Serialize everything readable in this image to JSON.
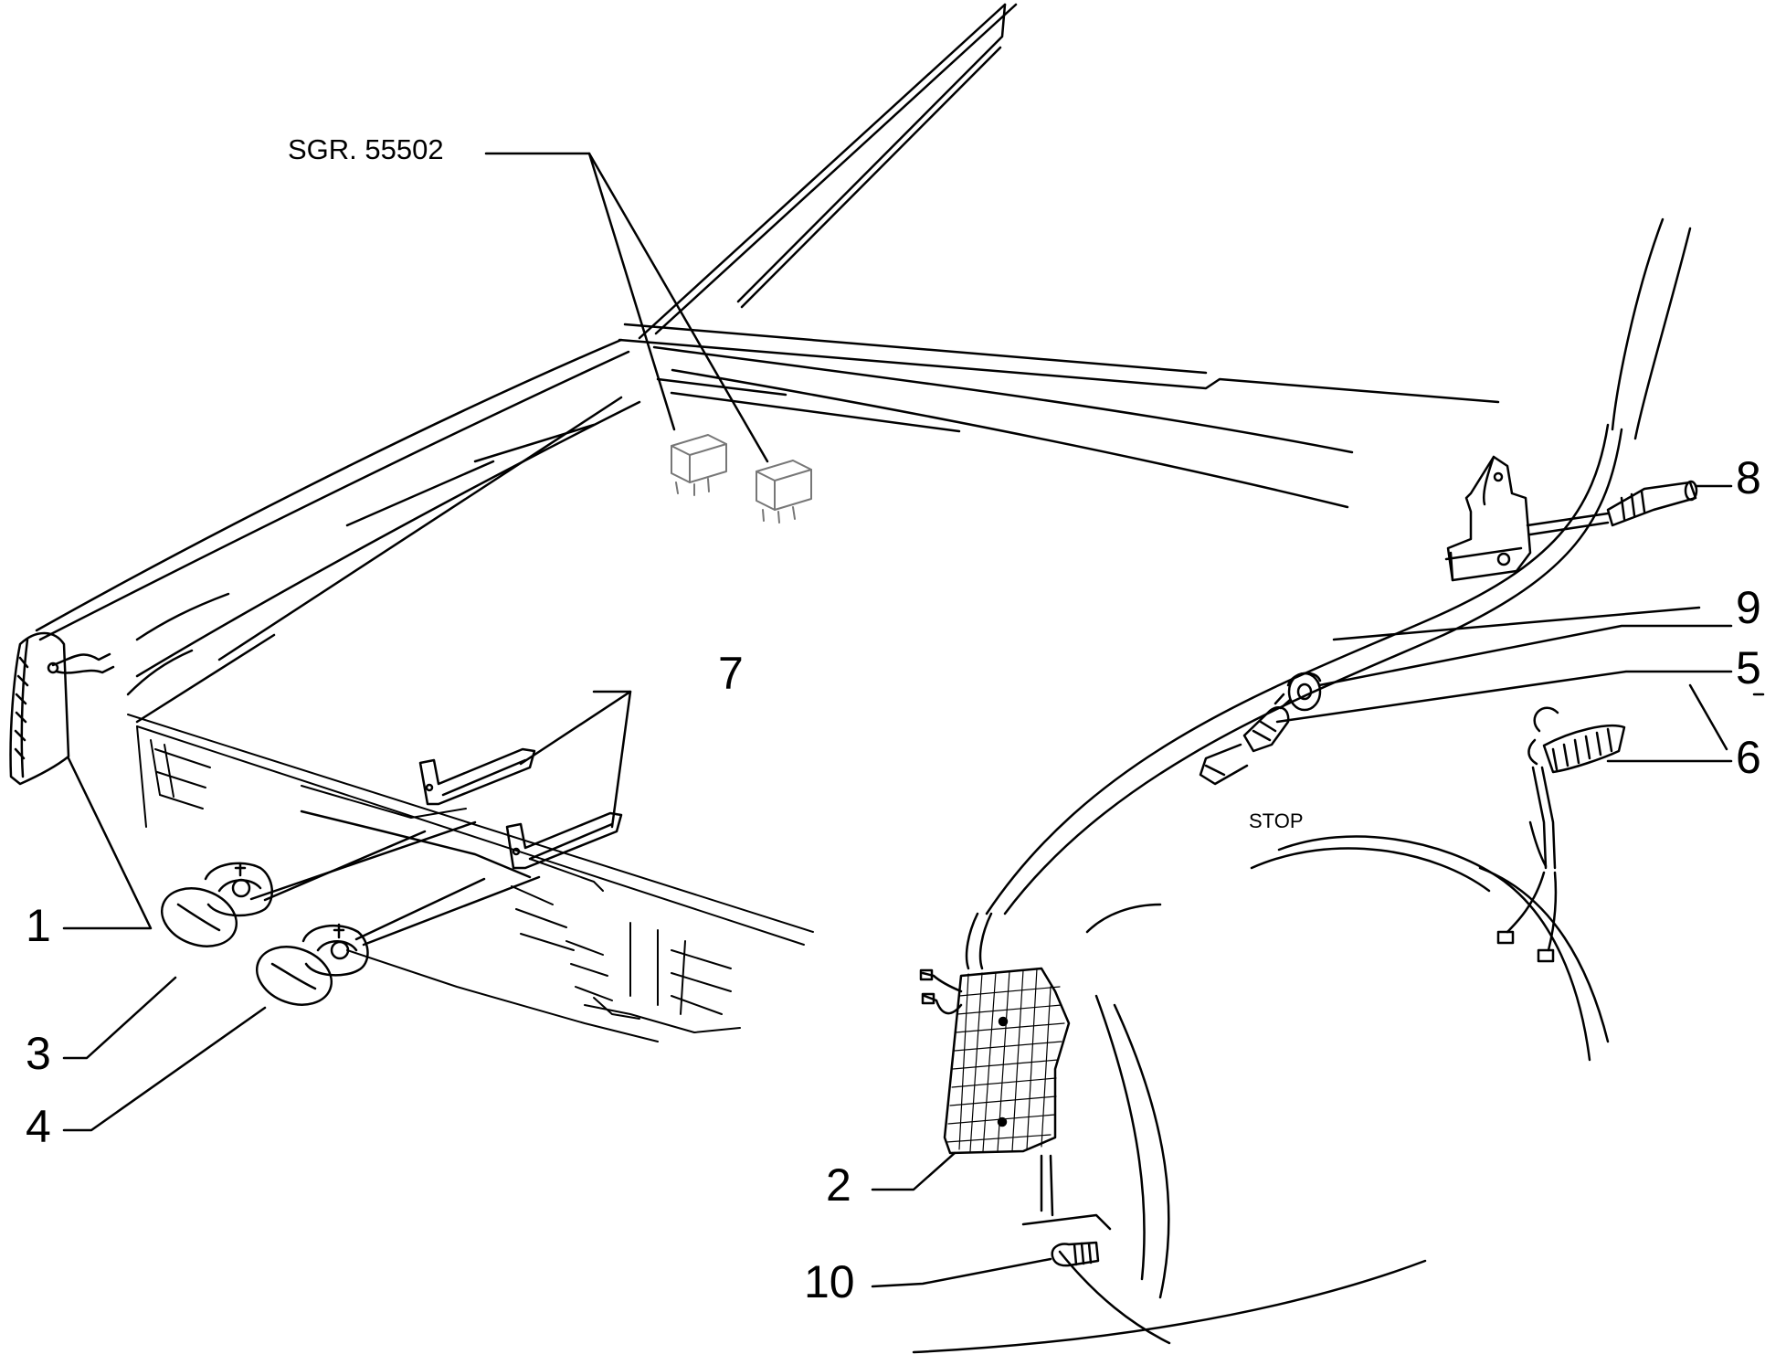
{
  "reference": {
    "text": "SGR. 55502"
  },
  "callouts": [
    {
      "id": "1",
      "label": "1",
      "part": "side-repeater-lamp"
    },
    {
      "id": "2",
      "label": "2",
      "part": "rear-lamp"
    },
    {
      "id": "3",
      "label": "3",
      "part": "horn-low-tone"
    },
    {
      "id": "4",
      "label": "4",
      "part": "horn-high-tone"
    },
    {
      "id": "5",
      "label": "5",
      "part": "stop-lamp-switch"
    },
    {
      "id": "6",
      "label": "6",
      "part": "side-marker-lamp"
    },
    {
      "id": "7",
      "label": "7",
      "part": "horn-brackets"
    },
    {
      "id": "8",
      "label": "8",
      "part": "steering-column-switch"
    },
    {
      "id": "9",
      "label": "9",
      "part": "switch-grommet"
    },
    {
      "id": "10",
      "label": "10",
      "part": "bulb"
    }
  ],
  "switch_marking": {
    "text": "STOP"
  }
}
